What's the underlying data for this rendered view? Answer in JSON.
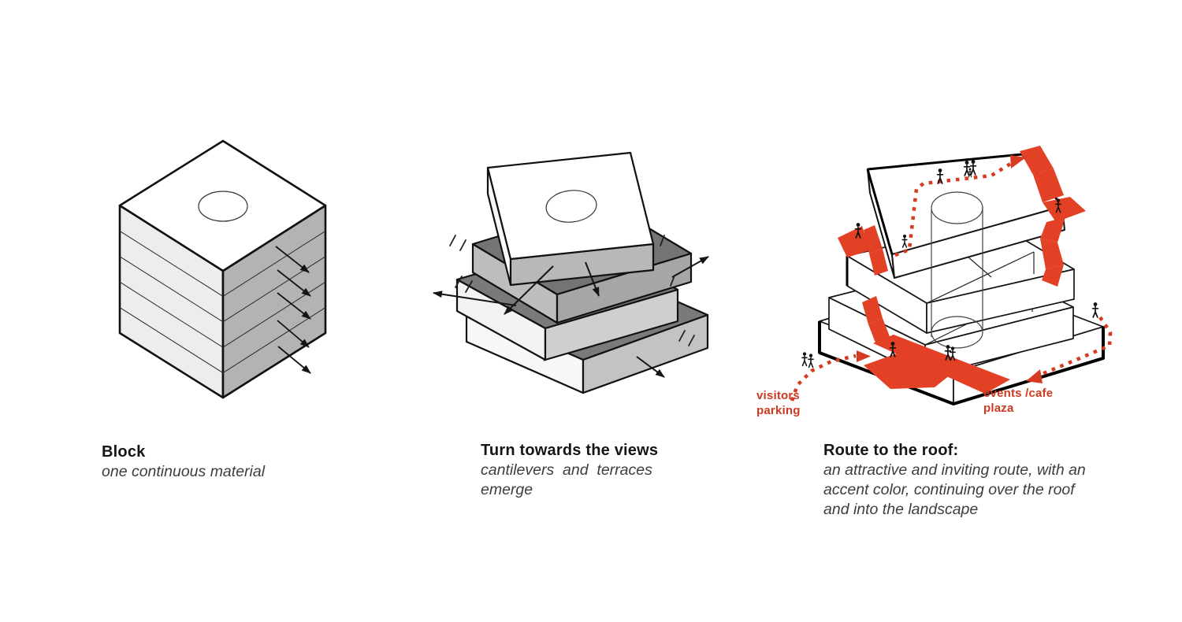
{
  "accent_color": "#e24125",
  "accent_text_color": "#cd3a21",
  "panels": [
    {
      "title": "Block",
      "subtitle_lines": [
        "one continuous material"
      ]
    },
    {
      "title": "Turn towards the views",
      "subtitle_lines": [
        "cantilevers  and  terraces",
        "emerge"
      ]
    },
    {
      "title": "Route to the roof:",
      "subtitle_lines": [
        "an attractive and inviting route, with an",
        "accent color, continuing over the roof",
        "and into the landscape"
      ]
    }
  ],
  "annotations": {
    "visitors_parking": {
      "line1": "visitors",
      "line2": "parking"
    },
    "events_cafe": {
      "line1": "events /cafe",
      "line2": "plaza"
    }
  }
}
